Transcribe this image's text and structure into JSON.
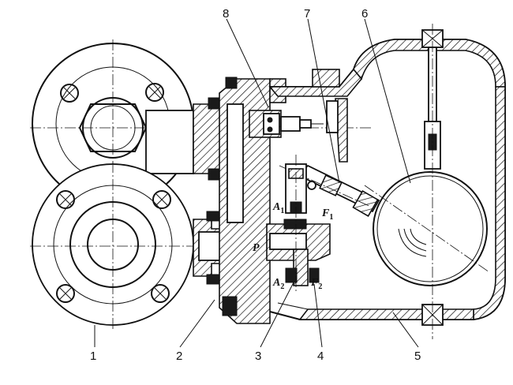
{
  "labels": {
    "1": "1",
    "2": "2",
    "3": "3",
    "4": "4",
    "5": "5",
    "6": "6",
    "7": "7",
    "8": "8"
  },
  "symbols": {
    "A1": {
      "base": "A",
      "sub": "1"
    },
    "F1": {
      "base": "F",
      "sub": "1"
    },
    "A2": {
      "base": "A",
      "sub": "2"
    },
    "F2": {
      "base": "F",
      "sub": "2"
    },
    "P": "P"
  }
}
